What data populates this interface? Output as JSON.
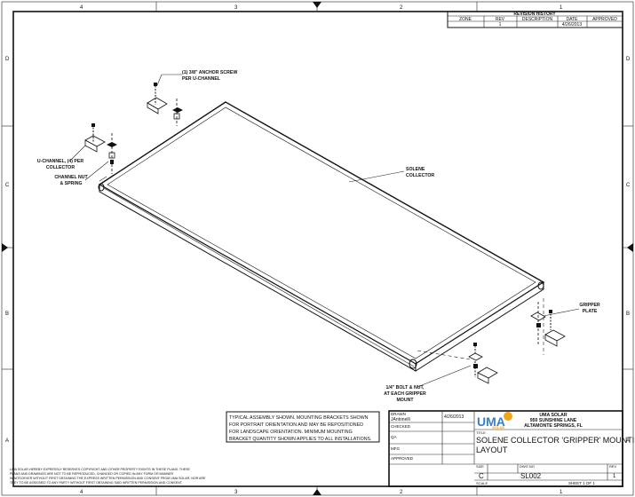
{
  "zones": {
    "top": [
      "4",
      "3",
      "2",
      "1"
    ],
    "bottom": [
      "4",
      "3",
      "2",
      "1"
    ],
    "left": [
      "D",
      "C",
      "B",
      "A"
    ],
    "right": [
      "D",
      "C",
      "B",
      "A"
    ]
  },
  "revision_history": {
    "title": "REVISION HISTORY",
    "headers": [
      "ZONE",
      "REV",
      "DESCRIPTION",
      "DATE",
      "APPROVED"
    ],
    "rows": [
      [
        "",
        "1",
        "",
        "4/26/2013",
        ""
      ]
    ]
  },
  "callouts": {
    "anchor_screw": [
      "(1) 3/8\" ANCHOR SCREW",
      "PER U-CHANNEL"
    ],
    "u_channel": [
      "U-CHANNEL, (4) PER",
      "COLLECTOR"
    ],
    "channel_nut": [
      "CHANNEL NUT",
      "& SPRING"
    ],
    "solene_collector": [
      "SOLENE",
      "COLLECTOR"
    ],
    "gripper_plate": [
      "GRIPPER",
      "PLATE"
    ],
    "bolt_nut": [
      "1/4\" BOLT & NUT,",
      "AT EACH GRIPPER",
      "MOUNT"
    ]
  },
  "note": [
    "TYPICAL ASSEMBLY SHOWN. MOUNTING BRACKETS SHOWN",
    "FOR PORTRAIT ORIENTATION AND MAY BE REPOSITIONED",
    "FOR LANDSCAPE ORIENTATION. MINIMUM MOUNTING",
    "BRACKET QUANTITY SHOWN APPLIES TO ALL INSTALLATIONS."
  ],
  "title_block": {
    "drawn_label": "DRAWN",
    "drawn_by": "JAntonelli",
    "drawn_date": "4/26/2013",
    "checked_label": "CHECKED",
    "qa_label": "QA",
    "mfg_label": "MFG",
    "approved_label": "APPROVED",
    "logo_text": "UMA",
    "logo_sub": "SOLAR",
    "company": [
      "UMA SOLAR",
      "950 SUNSHINE LANE",
      "ALTAMONTE SPRINGS, FL"
    ],
    "title_label": "TITLE",
    "title": [
      "SOLENE COLLECTOR 'GRIPPER' MOUNTING",
      "LAYOUT"
    ],
    "size_label": "SIZE",
    "size": "C",
    "dwg_label": "DWG NO",
    "dwg_no": "SL002",
    "rev_label": "REV",
    "rev": "1",
    "scale_label": "SCALE",
    "sheet": "SHEET 1  OF 1"
  },
  "proprietary": [
    "UMA SOLAR HEREBY EXPRESSLY RESERVES COPYRIGHT AND OTHER PROPERTY RIGHTS IN THESE PLANS. THESE",
    "PLANS AND DRAWINGS ARE NOT TO BE REPRODUCED, CHANGED OR COPIED IN ANY FORM OR MANNER",
    "WHATSOEVER WITHOUT FIRST OBTAINING THE EXPRESS WRITTEN PERMISSION AND CONSENT FROM UMA SOLAR, NOR ARE",
    "THEY TO BE ASSIGNED TO ANY PARTY WITHOUT FIRST OBTAINING SAID WRITTEN PERMISSION AND CONSENT."
  ]
}
